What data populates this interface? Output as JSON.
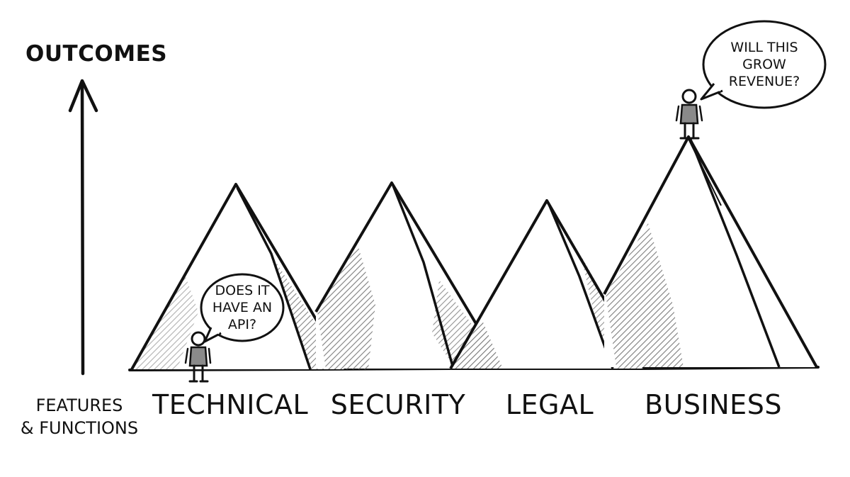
{
  "axis": {
    "y_label": "OUTCOMES",
    "x_label_lines": [
      "FEATURES",
      "& FUNCTIONS"
    ]
  },
  "mountains": [
    {
      "label": "TECHNICAL"
    },
    {
      "label": "SECURITY"
    },
    {
      "label": "LEGAL"
    },
    {
      "label": "BUSINESS"
    }
  ],
  "speech_bubbles": {
    "technical": {
      "lines": [
        "DOES IT",
        "HAVE AN",
        "API?"
      ]
    },
    "business": {
      "lines": [
        "WILL THIS",
        "GROW",
        "REVENUE?"
      ]
    }
  },
  "colors": {
    "ink": "#111111",
    "shade": "#8a8a8a",
    "paper": "#ffffff"
  }
}
